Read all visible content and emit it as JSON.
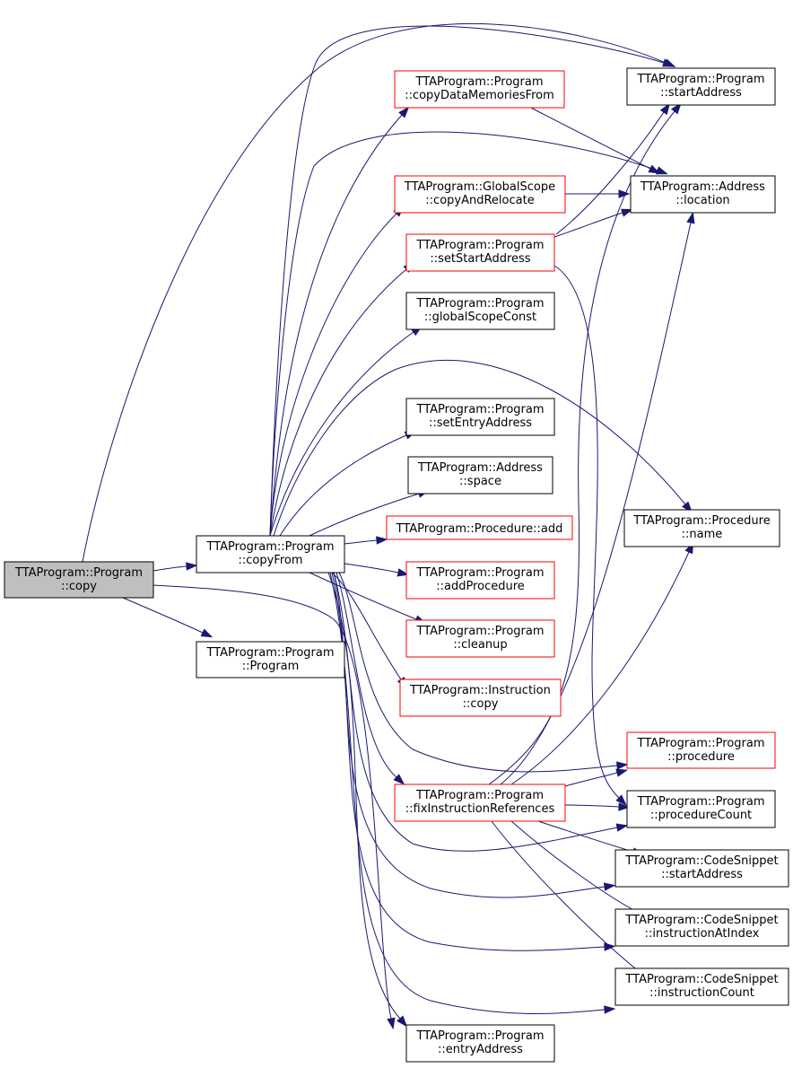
{
  "colors": {
    "edge": "#191970",
    "root_fill": "#bfbfbf",
    "node_fill": "#ffffff",
    "normal_border": "#000000",
    "truncated_border": "#ff0000"
  },
  "nodes": {
    "copy": {
      "line1": "TTAProgram::Program",
      "line2": "::copy",
      "style": "root"
    },
    "copyFrom": {
      "line1": "TTAProgram::Program",
      "line2": "::copyFrom",
      "style": "normal"
    },
    "programCtor": {
      "line1": "TTAProgram::Program",
      "line2": "::Program",
      "style": "normal"
    },
    "copyDataMem": {
      "line1": "TTAProgram::Program",
      "line2": "::copyDataMemoriesFrom",
      "style": "truncated"
    },
    "copyAndReloc": {
      "line1": "TTAProgram::GlobalScope",
      "line2": "::copyAndRelocate",
      "style": "truncated"
    },
    "setStartAddr": {
      "line1": "TTAProgram::Program",
      "line2": "::setStartAddress",
      "style": "truncated"
    },
    "globalScope": {
      "line1": "TTAProgram::Program",
      "line2": "::globalScopeConst",
      "style": "normal"
    },
    "setEntryAddr": {
      "line1": "TTAProgram::Program",
      "line2": "::setEntryAddress",
      "style": "normal"
    },
    "addrSpace": {
      "line1": "TTAProgram::Address",
      "line2": "::space",
      "style": "normal"
    },
    "procAdd": {
      "line1": "TTAProgram::Procedure::add",
      "line2": "",
      "style": "truncated"
    },
    "addProcedure": {
      "line1": "TTAProgram::Program",
      "line2": "::addProcedure",
      "style": "truncated"
    },
    "cleanup": {
      "line1": "TTAProgram::Program",
      "line2": "::cleanup",
      "style": "truncated"
    },
    "instrCopy": {
      "line1": "TTAProgram::Instruction",
      "line2": "::copy",
      "style": "truncated"
    },
    "fixInstrRefs": {
      "line1": "TTAProgram::Program",
      "line2": "::fixInstructionReferences",
      "style": "truncated"
    },
    "entryAddr": {
      "line1": "TTAProgram::Program",
      "line2": "::entryAddress",
      "style": "normal"
    },
    "startAddr": {
      "line1": "TTAProgram::Program",
      "line2": "::startAddress",
      "style": "normal"
    },
    "addrLocation": {
      "line1": "TTAProgram::Address",
      "line2": "::location",
      "style": "normal"
    },
    "procName": {
      "line1": "TTAProgram::Procedure",
      "line2": "::name",
      "style": "normal"
    },
    "procedure": {
      "line1": "TTAProgram::Program",
      "line2": "::procedure",
      "style": "truncated"
    },
    "procedureCount": {
      "line1": "TTAProgram::Program",
      "line2": "::procedureCount",
      "style": "normal"
    },
    "csStartAddr": {
      "line1": "TTAProgram::CodeSnippet",
      "line2": "::startAddress",
      "style": "normal"
    },
    "csInstrAt": {
      "line1": "TTAProgram::CodeSnippet",
      "line2": "::instructionAtIndex",
      "style": "normal"
    },
    "csInstrCount": {
      "line1": "TTAProgram::CodeSnippet",
      "line2": "::instructionCount",
      "style": "normal"
    }
  },
  "edges": [
    [
      "copy",
      "copyFrom"
    ],
    [
      "copy",
      "programCtor"
    ],
    [
      "copy",
      "startAddr"
    ],
    [
      "copy",
      "entryAddr"
    ],
    [
      "copyFrom",
      "copyDataMem"
    ],
    [
      "copyFrom",
      "startAddr"
    ],
    [
      "copyFrom",
      "addrLocation"
    ],
    [
      "copyFrom",
      "copyAndReloc"
    ],
    [
      "copyFrom",
      "setStartAddr"
    ],
    [
      "copyFrom",
      "globalScope"
    ],
    [
      "copyFrom",
      "procName"
    ],
    [
      "copyFrom",
      "setEntryAddr"
    ],
    [
      "copyFrom",
      "addrSpace"
    ],
    [
      "copyFrom",
      "procAdd"
    ],
    [
      "copyFrom",
      "addProcedure"
    ],
    [
      "copyFrom",
      "cleanup"
    ],
    [
      "copyFrom",
      "instrCopy"
    ],
    [
      "copyFrom",
      "procedure"
    ],
    [
      "copyFrom",
      "fixInstrRefs"
    ],
    [
      "copyFrom",
      "procedureCount"
    ],
    [
      "copyFrom",
      "csStartAddr"
    ],
    [
      "copyFrom",
      "csInstrAt"
    ],
    [
      "copyFrom",
      "csInstrCount"
    ],
    [
      "copyFrom",
      "entryAddr"
    ],
    [
      "copyDataMem",
      "addrLocation"
    ],
    [
      "copyAndReloc",
      "addrLocation"
    ],
    [
      "setStartAddr",
      "startAddr"
    ],
    [
      "setStartAddr",
      "addrLocation"
    ],
    [
      "setStartAddr",
      "procedureCount"
    ],
    [
      "fixInstrRefs",
      "startAddr"
    ],
    [
      "fixInstrRefs",
      "addrLocation"
    ],
    [
      "fixInstrRefs",
      "procName"
    ],
    [
      "fixInstrRefs",
      "procedure"
    ],
    [
      "fixInstrRefs",
      "procedureCount"
    ],
    [
      "fixInstrRefs",
      "csStartAddr"
    ],
    [
      "fixInstrRefs",
      "csInstrAt"
    ],
    [
      "fixInstrRefs",
      "csInstrCount"
    ]
  ]
}
